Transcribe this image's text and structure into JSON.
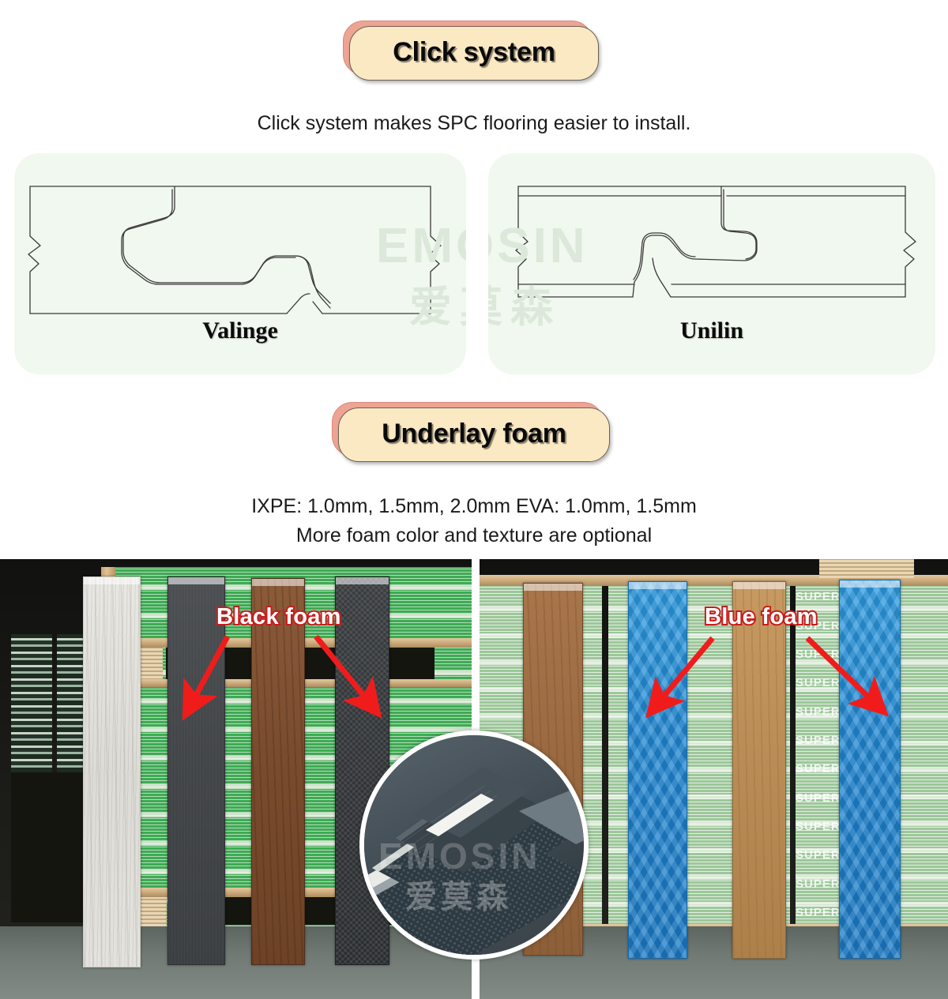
{
  "sections": [
    {
      "id": "click-system",
      "badge_label": "Click system",
      "subtitle": "Click system makes SPC flooring easier to install."
    },
    {
      "id": "underlay-foam",
      "badge_label": "Underlay foam",
      "subtitle_line1": "IXPE: 1.0mm, 1.5mm, 2.0mm EVA: 1.0mm, 1.5mm",
      "subtitle_line2": "More foam color and texture are optional"
    }
  ],
  "profile_cards": [
    {
      "label": "Valinge",
      "type": "click-lock-profile-diagram"
    },
    {
      "label": "Unilin",
      "type": "drop-lock-profile-diagram"
    }
  ],
  "watermark": {
    "latin": "EMOSIN",
    "chinese": "爱莫森",
    "color": "#dce9da"
  },
  "photos": [
    {
      "id": "black-foam-photo",
      "callout": "Black foam",
      "callout_text_color": "#ffffff",
      "callout_outline_color": "#c81d1d",
      "arrow_color": "#f01c1c",
      "arrow_count": 2,
      "planks": [
        {
          "name": "white-oak-plank",
          "finish": "light grey oak"
        },
        {
          "name": "black-foam-plank",
          "finish": "dark grey foam back"
        },
        {
          "name": "walnut-plank",
          "finish": "dark walnut"
        },
        {
          "name": "embossed-black-foam-plank",
          "finish": "embossed black foam"
        }
      ],
      "background": "warehouse pallets wrapped in green film"
    },
    {
      "id": "blue-foam-photo",
      "callout": "Blue foam",
      "callout_text_color": "#ffffff",
      "callout_outline_color": "#c81d1d",
      "arrow_color": "#f01c1c",
      "arrow_count": 2,
      "planks": [
        {
          "name": "mid-oak-plank",
          "finish": "medium brown oak"
        },
        {
          "name": "blue-foam-plank-left",
          "finish": "blue embossed foam"
        },
        {
          "name": "light-oak-plank",
          "finish": "light natural oak"
        },
        {
          "name": "blue-foam-plank-right",
          "finish": "blue embossed foam"
        }
      ],
      "background": "warehouse pallets wrapped in green printed film",
      "film_text": "SUPER ING"
    }
  ],
  "inset": {
    "id": "foam-layer-closeup",
    "description": "close-up of stacked SPC planks with IXPE foam backing",
    "watermark_latin": "EMOSIN",
    "watermark_chinese": "爱莫森"
  },
  "theme": {
    "badge_face": "#fbe9c4",
    "badge_shadow": "#eda495",
    "card_background": "#f1f8ef",
    "page_background": "#ffffff"
  }
}
